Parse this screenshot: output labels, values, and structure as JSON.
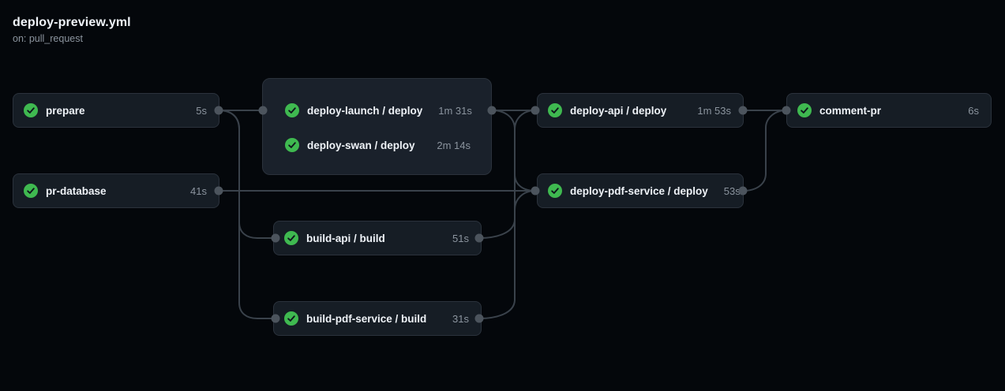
{
  "workflow": {
    "name": "deploy-preview.yml",
    "trigger": "on: pull_request"
  },
  "graph": {
    "nodes": [
      {
        "id": "prepare",
        "label": "prepare",
        "duration": "5s",
        "status": "success",
        "icon": "check-circle-icon"
      },
      {
        "id": "pr-database",
        "label": "pr-database",
        "duration": "41s",
        "status": "success",
        "icon": "check-circle-icon"
      },
      {
        "id": "build-api",
        "label": "build-api / build",
        "duration": "51s",
        "status": "success",
        "icon": "check-circle-icon"
      },
      {
        "id": "build-pdf-service",
        "label": "build-pdf-service / build",
        "duration": "31s",
        "status": "success",
        "icon": "check-circle-icon"
      },
      {
        "id": "deploy-api",
        "label": "deploy-api / deploy",
        "duration": "1m 53s",
        "status": "success",
        "icon": "check-circle-icon"
      },
      {
        "id": "deploy-pdf-service",
        "label": "deploy-pdf-service / deploy",
        "duration": "53s",
        "status": "success",
        "icon": "check-circle-icon"
      },
      {
        "id": "comment-pr",
        "label": "comment-pr",
        "duration": "6s",
        "status": "success",
        "icon": "check-circle-icon"
      }
    ],
    "group": {
      "jobs": [
        {
          "label": "deploy-launch / deploy",
          "duration": "1m 31s",
          "status": "success",
          "icon": "check-circle-icon"
        },
        {
          "label": "deploy-swan / deploy",
          "duration": "2m 14s",
          "status": "success",
          "icon": "check-circle-icon"
        }
      ]
    },
    "edges": [
      [
        "prepare",
        "deploy-group"
      ],
      [
        "prepare",
        "build-api"
      ],
      [
        "prepare",
        "build-pdf-service"
      ],
      [
        "pr-database",
        "deploy-pdf-service"
      ],
      [
        "deploy-group",
        "deploy-api"
      ],
      [
        "deploy-group",
        "deploy-pdf-service"
      ],
      [
        "build-api",
        "deploy-api"
      ],
      [
        "build-pdf-service",
        "deploy-pdf-service"
      ],
      [
        "deploy-api",
        "comment-pr"
      ],
      [
        "deploy-pdf-service",
        "comment-pr"
      ]
    ]
  },
  "colors": {
    "success_green": "#3fb950",
    "canvas_bg": "#04070b",
    "node_bg": "#161d25",
    "edge_gray": "#3a424b",
    "duration_text": "#8b949e"
  }
}
